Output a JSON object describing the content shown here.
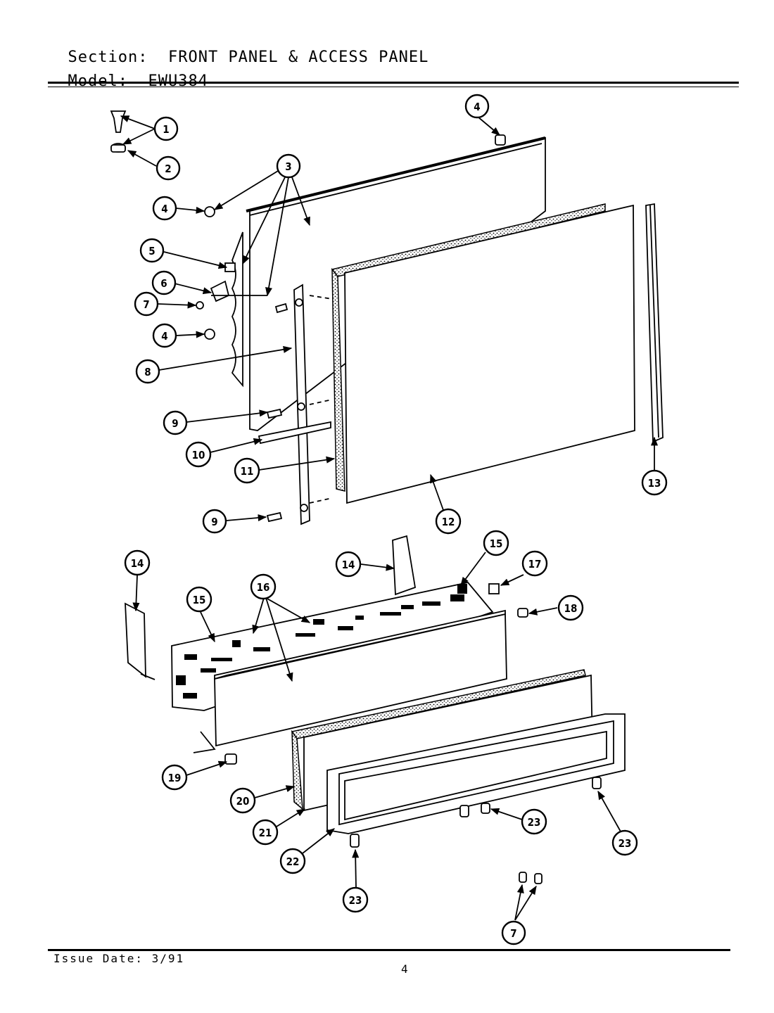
{
  "header": {
    "section_label": "Section:",
    "section_value": "FRONT PANEL & ACCESS PANEL",
    "model_label": "Model:",
    "model_value": "EWU384"
  },
  "footer": {
    "issue_date": "Issue Date: 3/91",
    "page_number": "4"
  },
  "callouts": [
    "1",
    "2",
    "3",
    "4",
    "4",
    "5",
    "6",
    "7",
    "4",
    "8",
    "9",
    "10",
    "11",
    "9",
    "12",
    "13",
    "14",
    "15",
    "16",
    "14",
    "15",
    "17",
    "18",
    "19",
    "20",
    "21",
    "22",
    "23",
    "23",
    "23",
    "7"
  ]
}
